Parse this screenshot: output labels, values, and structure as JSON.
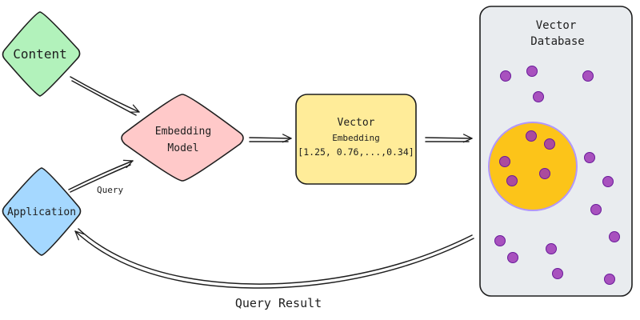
{
  "nodes": {
    "content": {
      "label": "Content",
      "fill": "#b2f2bb",
      "stroke": "#2f9e44"
    },
    "embedding_model": {
      "line1": "Embedding",
      "line2": "Model",
      "fill": "#ffc9c9",
      "stroke": "#e03131"
    },
    "vector_embedding": {
      "line1": "Vector",
      "line2": "Embedding",
      "line3": "[1.25, 0.76,...,0.34]",
      "fill": "#ffec99",
      "stroke": "#f08c00"
    },
    "application": {
      "label": "Application",
      "fill": "#a5d8ff",
      "stroke": "#1971c2"
    },
    "vector_database": {
      "line1": "Vector",
      "line2": "Database",
      "fill": "#e9ecef",
      "stroke": "#1e1e1e",
      "match_fill": "#fcc419",
      "point_color": "#9c36b5"
    }
  },
  "edges": {
    "query_label": "Query",
    "query_result_label": "Query Result"
  }
}
